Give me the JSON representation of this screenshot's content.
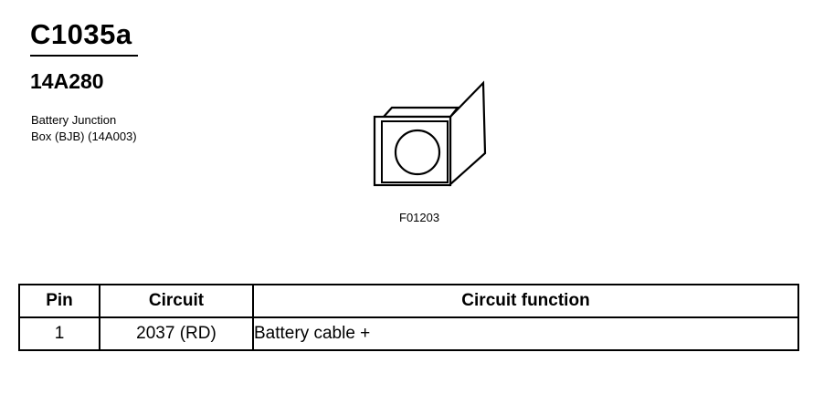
{
  "connector": {
    "id": "C1035a",
    "part_number": "14A280",
    "location": "Battery Junction\nBox (BJB) (14A003)"
  },
  "figure": {
    "id": "F01203",
    "icon": "connector-face-icon"
  },
  "pin_table": {
    "headers": [
      "Pin",
      "Circuit",
      "Circuit function"
    ],
    "rows": [
      [
        "1",
        "2037 (RD)",
        "Battery cable +"
      ]
    ]
  }
}
